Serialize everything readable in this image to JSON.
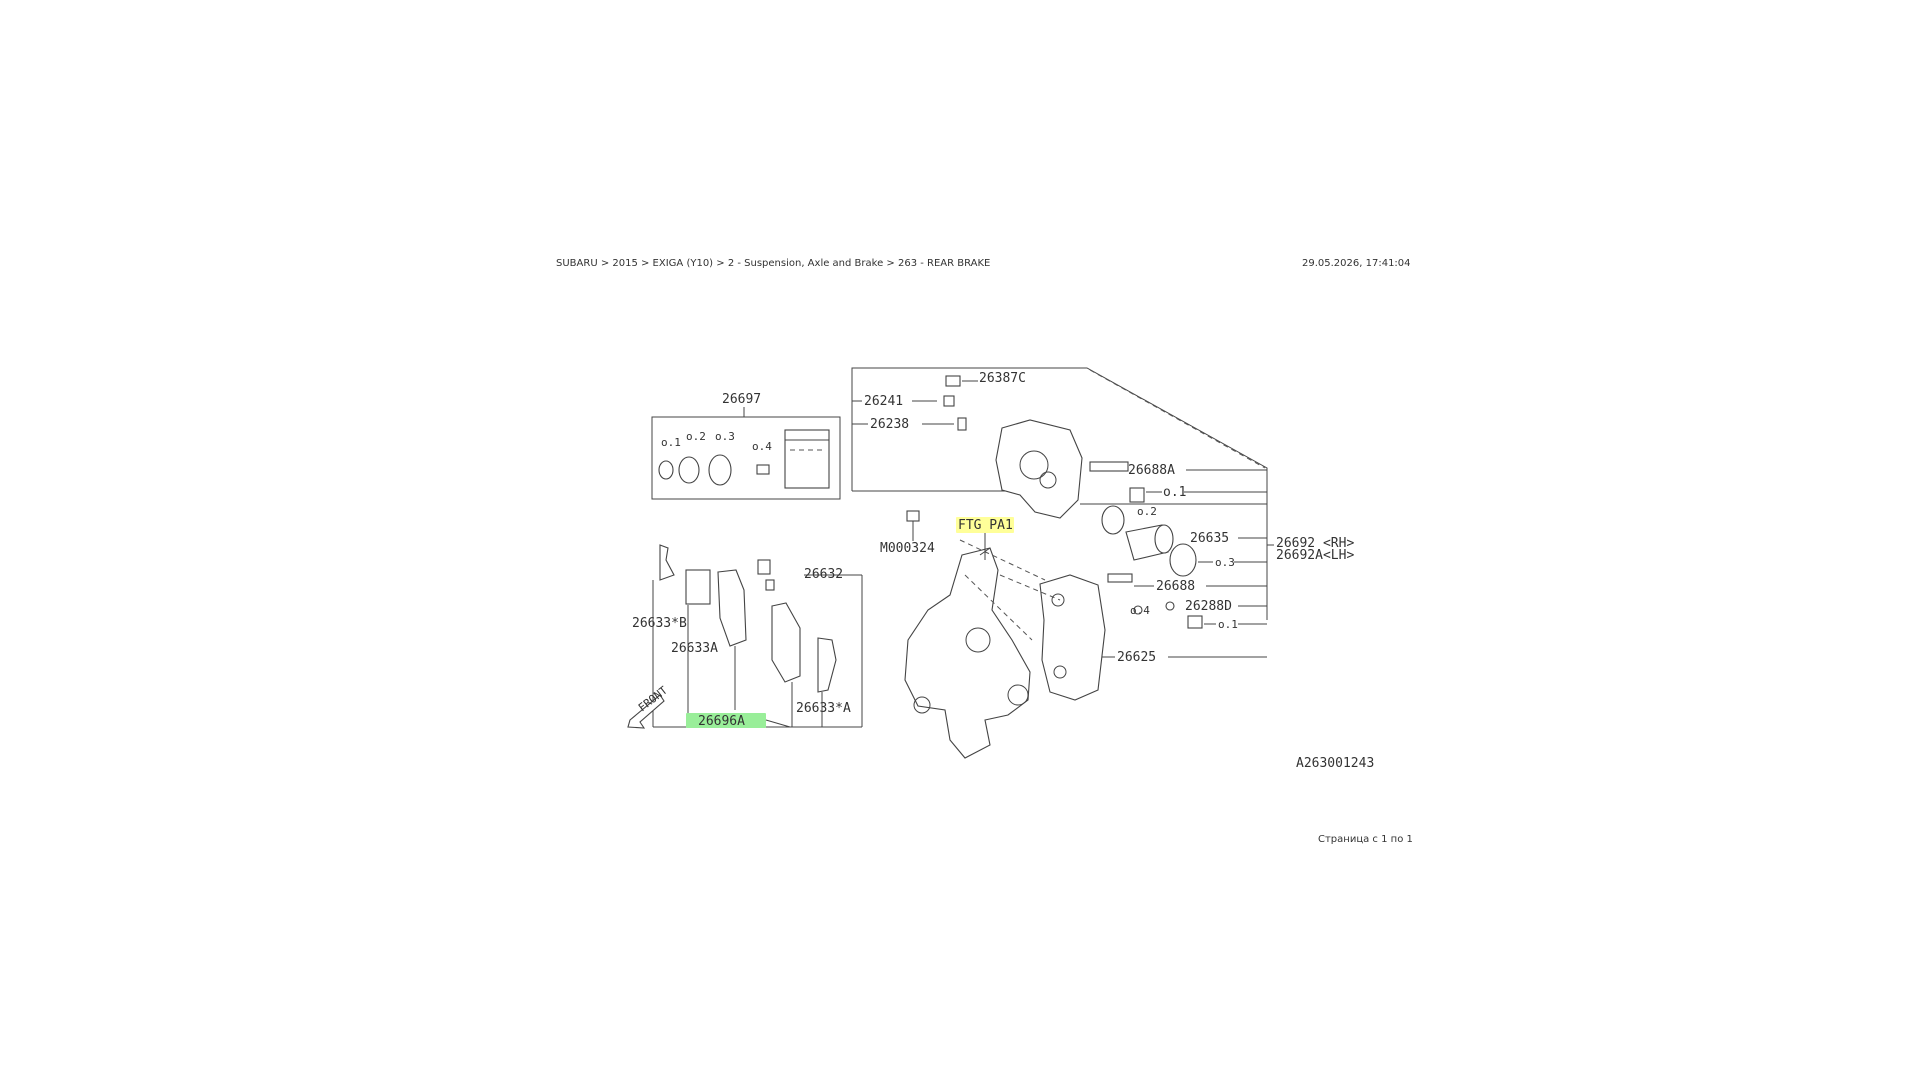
{
  "header": {
    "breadcrumb": "SUBARU > 2015 > EXIGA (Y10) > 2 - Suspension, Axle and Brake > 263 - REAR BRAKE",
    "timestamp": "29.05.2026, 17:41:04"
  },
  "footer": {
    "page_indicator": "Страница с 1 по 1"
  },
  "diagram": {
    "id": "A263001243",
    "highlight_colors": {
      "yellow": "#ffff99",
      "green": "#99ee99"
    },
    "labels": {
      "kit_26697": "26697",
      "kit_o1": "o.1",
      "kit_o2": "o.2",
      "kit_o3": "o.3",
      "kit_o4": "o.4",
      "p26387c": "26387C",
      "p26241": "26241",
      "p26238": "26238",
      "p26688a": "26688A",
      "o1_a": "o.1",
      "o2": "o.2",
      "ftg": "FTG PA1",
      "m000": "M000324",
      "p26635": "26635",
      "p26692_rh": "26692 <RH>",
      "p26692a_lh": "26692A<LH>",
      "o3": "o.3",
      "p26688": "26688",
      "o4": "o.4",
      "p26288d": "26288D",
      "o1_b": "o.1",
      "p26625": "26625",
      "p26632": "26632",
      "p26633b": "26633*B",
      "p26633a_shim": "26633A",
      "p26633a": "26633*A",
      "p26696a": "26696A",
      "front": "FRONT"
    }
  }
}
